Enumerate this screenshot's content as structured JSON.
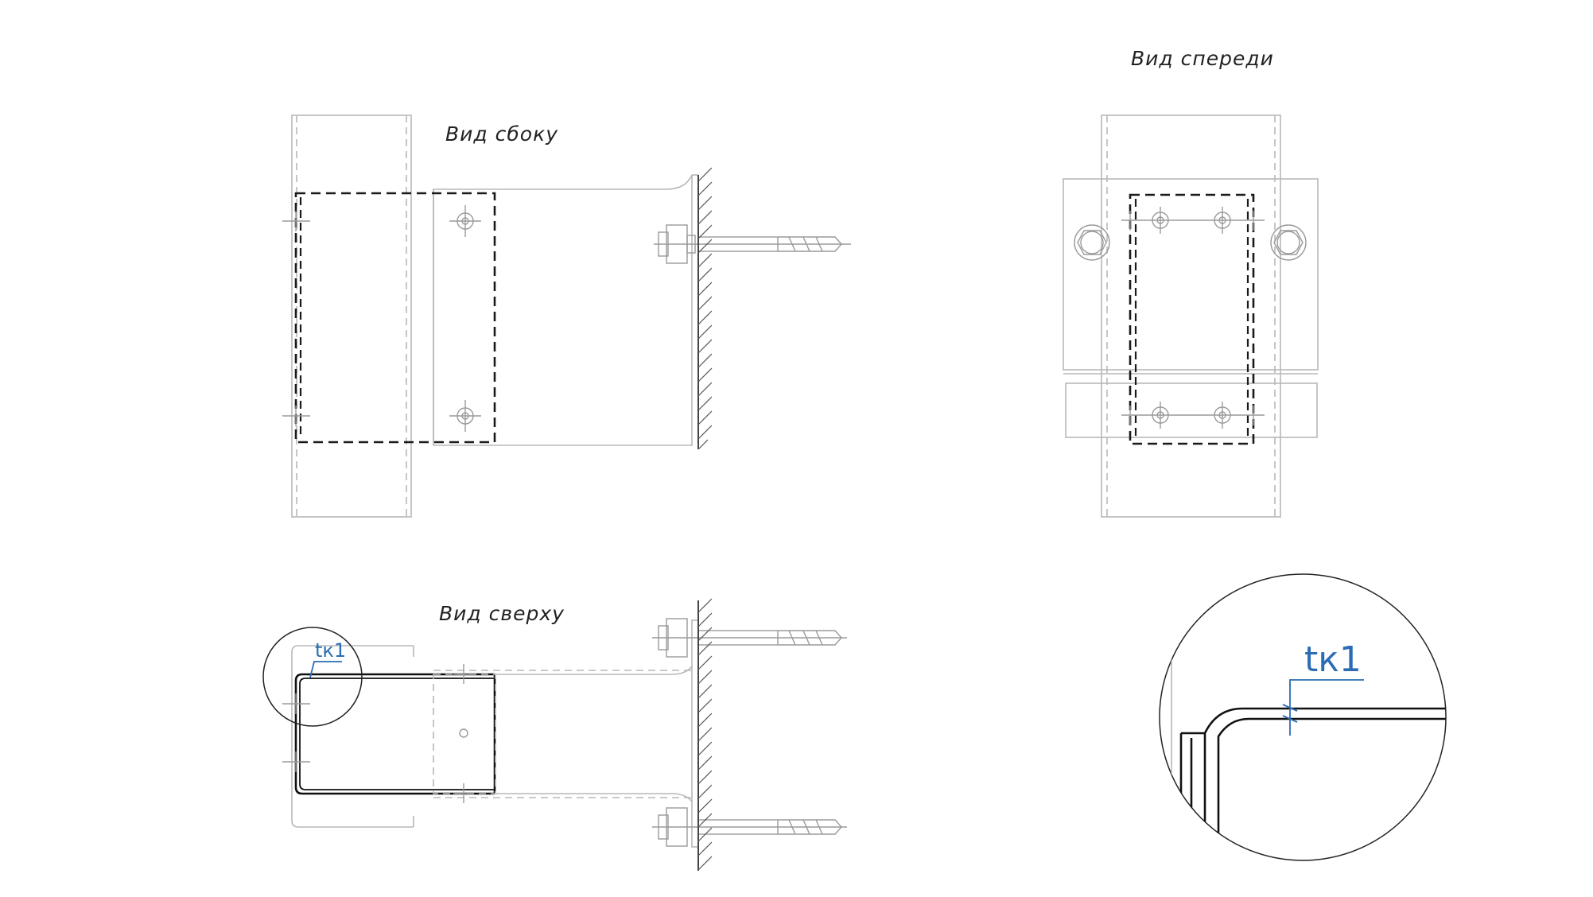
{
  "views": {
    "side": {
      "title": "Вид сбоку"
    },
    "front": {
      "title": "Вид спереди"
    },
    "top": {
      "title": "Вид сверху"
    }
  },
  "weld": {
    "mark_small": "tк1",
    "mark_large": "tк1",
    "color": "#2c6cb4"
  }
}
